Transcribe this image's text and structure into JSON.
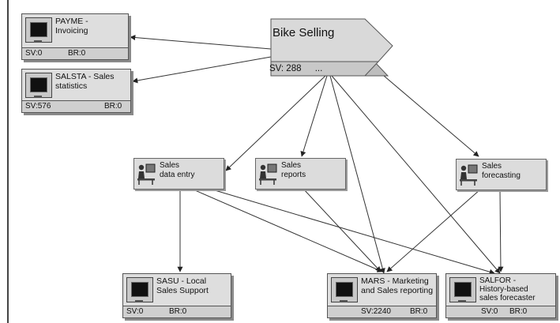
{
  "business_process": {
    "title": "Bike Selling",
    "sv_text": "SV: 288",
    "ellipsis": "..."
  },
  "systems": {
    "payme": {
      "title": "PAYME -\nInvoicing",
      "sv": "SV:0",
      "br": "BR:0"
    },
    "salsta": {
      "title": "SALSTA - Sales\nstatistics",
      "sv": "SV:576",
      "br": "BR:0"
    },
    "sasu": {
      "title": "SASU - Local\nSales Support",
      "sv": "SV:0",
      "br": "BR:0"
    },
    "mars": {
      "title": "MARS - Marketing\nand Sales reporting",
      "sv": "SV:2240",
      "br": "BR:0"
    },
    "salfor": {
      "title": "SALFOR -\nHistory-based\nsales forecaster",
      "sv": "SV:0",
      "br": "BR:0"
    }
  },
  "processes": {
    "data_entry": {
      "label": "Sales\ndata entry"
    },
    "reports": {
      "label": "Sales\nreports"
    },
    "forecasting": {
      "label": "Sales\nforecasting"
    }
  },
  "icons": {
    "system": "monitor-icon",
    "process": "person-at-desk-icon"
  }
}
